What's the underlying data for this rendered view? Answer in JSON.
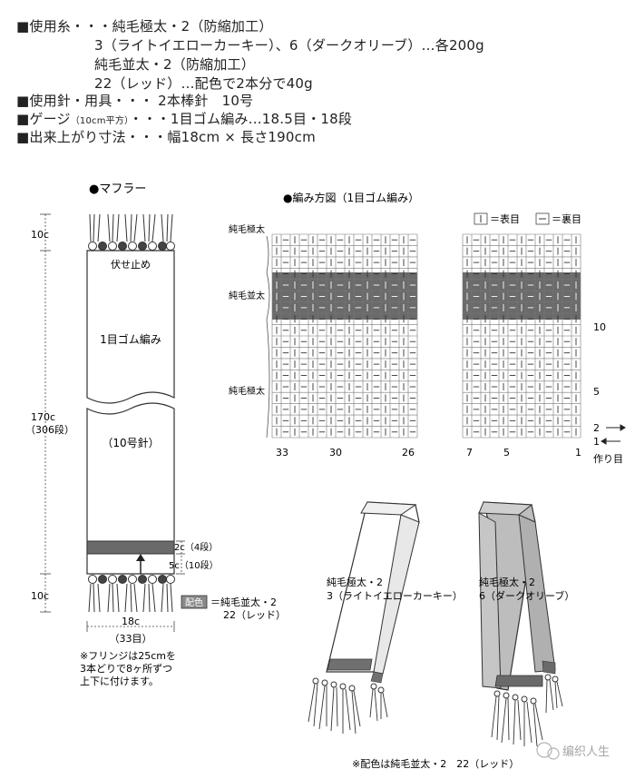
{
  "materials": {
    "yarn_label": "■使用糸・・・純毛極太・2（防縮加工）",
    "yarn_colors": "3（ライトイエローカーキー）、6（ダークオリーブ）…各200g",
    "yarn2": "純毛並太・2（防縮加工）",
    "yarn2_color": "22（レッド）…配色で2本分で40g",
    "needles": "■使用針・用具・・・ 2本棒針　10号",
    "gauge_prefix": "■ゲージ",
    "gauge_unit": "（10cm平方）",
    "gauge_rest": "・・・1目ゴム編み…18.5目・18段",
    "size": "■出来上がり寸法・・・幅18cm × 長さ190cm"
  },
  "scarf": {
    "title": "●マフラー",
    "fringe_len_top": "10c",
    "fringe_len_bottom": "10c",
    "bind_off": "伏せ止め",
    "pattern": "1目ゴム編み",
    "needle": "（10号針）",
    "length": "170c",
    "length_rows": "（306段）",
    "stripe": "2c（4段）",
    "stripe_pos": "5c（10段）",
    "width": "18c",
    "width_sts": "（33目）",
    "legend_box": "配色",
    "legend_text": "＝純毛並太・2",
    "legend_text2": "22（レッド）",
    "fringe_note1": "※フリンジは25cmを",
    "fringe_note2": "3本どりで8ヶ所ずつ",
    "fringe_note3": "上下に付けます。"
  },
  "chart": {
    "title": "●編み方図（1目ゴム編み）",
    "legend_knit": "＝表目",
    "legend_purl": "＝裏目",
    "label_top": "純毛極太",
    "label_mid": "純毛並太",
    "label_bottom": "純毛極太",
    "col_labels": [
      "33",
      "30",
      "26",
      "7",
      "5",
      "1"
    ],
    "row_labels": [
      "10",
      "5",
      "2",
      "1"
    ],
    "cast_on": "作り目",
    "colors": {
      "grid_line": "#777777",
      "stripe_fill": "#6a6a6a"
    }
  },
  "illustrations": {
    "left_label1": "純毛極太・2",
    "left_label2": "3（ライトイエローカーキー）",
    "right_label1": "純毛極太・2",
    "right_label2": "6（ダークオリーブ）",
    "note": "※配色は純毛並太・2　22（レッド）",
    "colors": {
      "light": "#ffffff",
      "dark": "#bdbdbd",
      "stripe": "#707070"
    }
  },
  "watermark": {
    "text": "编织人生"
  }
}
